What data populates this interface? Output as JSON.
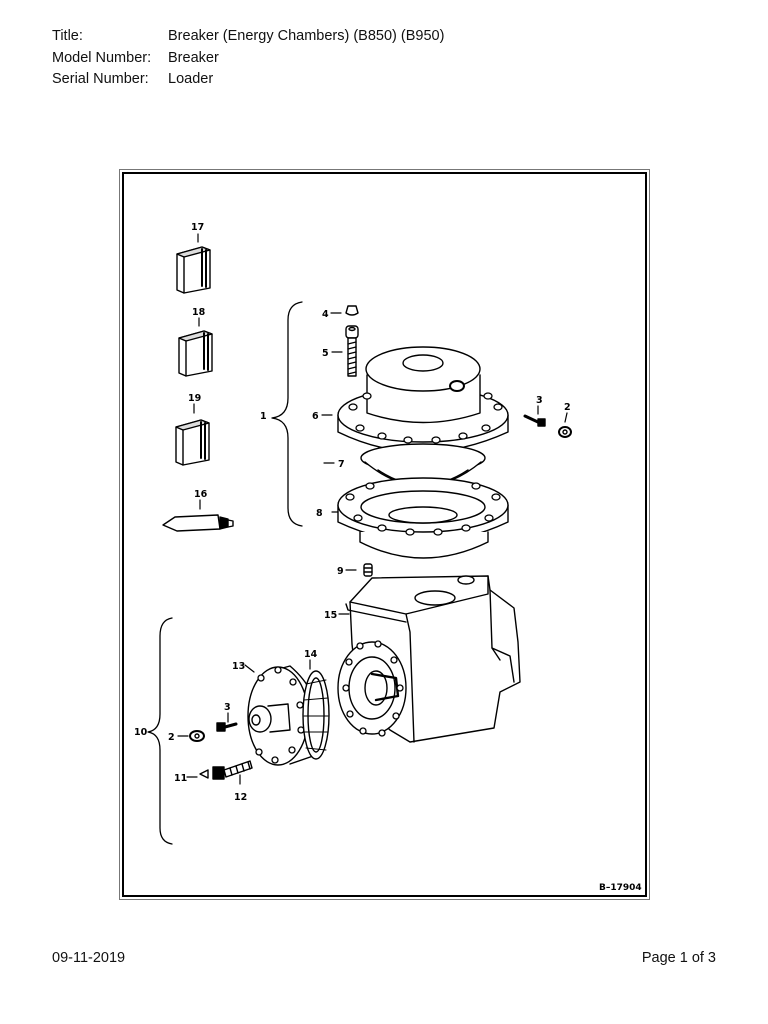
{
  "header": {
    "rows": [
      {
        "label": "Title:",
        "value": "Breaker (Energy Chambers) (B850) (B950)"
      },
      {
        "label": "Model Number:",
        "value": "Breaker"
      },
      {
        "label": "Serial Number:",
        "value": "Loader"
      }
    ]
  },
  "figure": {
    "code": "B–17904",
    "callouts": [
      "17",
      "18",
      "19",
      "16",
      "4",
      "5",
      "1",
      "6",
      "7",
      "8",
      "9",
      "15",
      "3",
      "2",
      "13",
      "14",
      "10",
      "3",
      "2",
      "11",
      "12"
    ]
  },
  "footer": {
    "date": "09-11-2019",
    "page": "Page 1 of 3"
  }
}
